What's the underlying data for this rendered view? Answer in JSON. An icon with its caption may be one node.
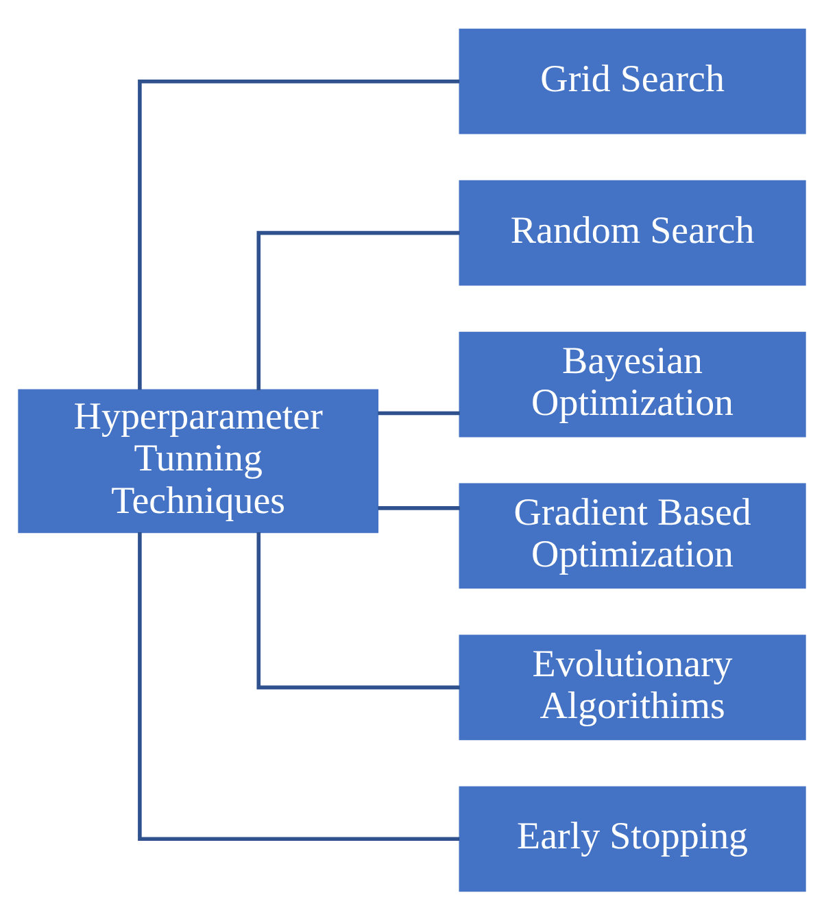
{
  "diagram": {
    "nodes": [
      {
        "text": [
          "Hyperparameter Tunning Techniques"
        ]
      },
      {
        "text": [
          "Grid Search"
        ]
      },
      {
        "text": [
          "Random Search"
        ]
      },
      {
        "text": [
          "Bayesian Optimization"
        ]
      },
      {
        "text": [
          "Gradient Based Optimization"
        ]
      },
      {
        "text": [
          "Evolutionary Algorithims"
        ]
      },
      {
        "text": [
          "Early Stopping"
        ]
      }
    ],
    "edges": [
      {
        "from": 0,
        "to": 1,
        "arrow": "none"
      },
      {
        "from": 0,
        "to": 2,
        "arrow": "none"
      },
      {
        "from": 0,
        "to": 3,
        "arrow": "none"
      },
      {
        "from": 0,
        "to": 4,
        "arrow": "none"
      },
      {
        "from": 0,
        "to": 5,
        "arrow": "none"
      },
      {
        "from": 0,
        "to": 6,
        "arrow": "none"
      }
    ]
  }
}
